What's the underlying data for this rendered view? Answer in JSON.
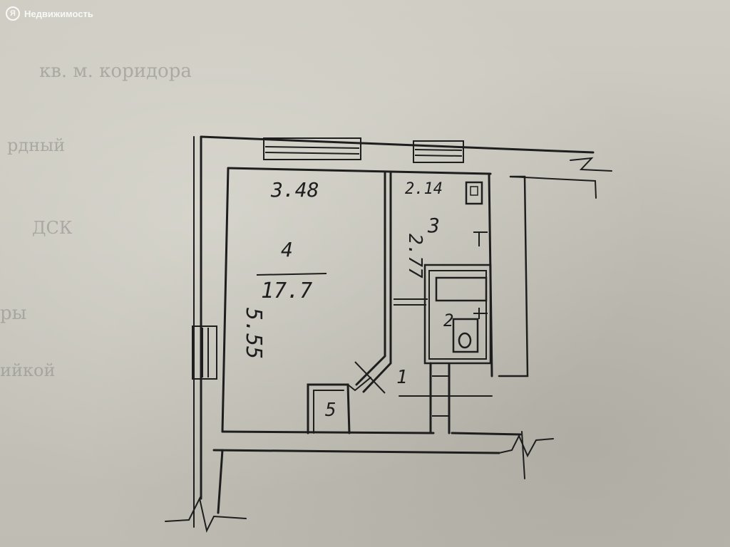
{
  "watermark": {
    "logo": "Я",
    "brand": "Недвижимость"
  },
  "background_text": {
    "line1": "кв. м. коридора",
    "line2": "рдный",
    "line3": "ДСК",
    "line4": "ры",
    "line5": "ийкой"
  },
  "plan": {
    "room_main": {
      "number": "4",
      "area": "17.7",
      "width": "3.48",
      "length": "5.55"
    },
    "room_kitchen": {
      "number": "3",
      "width": "2.14",
      "length": "2.77"
    },
    "room_bath": {
      "number": "2"
    },
    "room_hall": {
      "number": "1"
    },
    "room_closet": {
      "number": "5"
    }
  },
  "colors": {
    "ink": "#1e1e1e",
    "paper": "#c9c7bc"
  }
}
